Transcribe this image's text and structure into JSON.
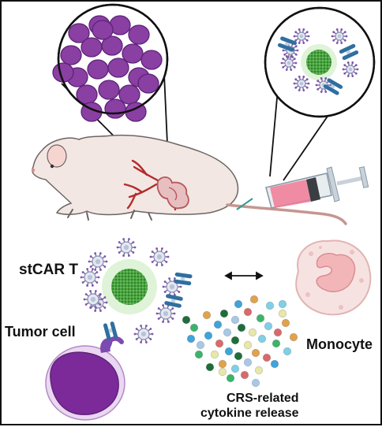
{
  "labels": {
    "stcar_t": "stCAR T",
    "tumor_cell": "Tumor cell",
    "monocyte": "Monocyte",
    "crs_line1": "CRS-related",
    "crs_line2": "cytokine  release"
  },
  "colors": {
    "tumor_purple": "#8a3fa3",
    "tumor_outline": "#5e2378",
    "mouse_skin": "#f3e7e4",
    "mouse_outline": "#6d6563",
    "vessel_red": "#b32c2c",
    "syringe_liquid": "#f07a95",
    "tcell_green": "#3f9b3a",
    "tcell_halo": "#dff3d8",
    "antibody_blue": "#2f6fa0",
    "monocyte_pink": "#f4c8c8",
    "cytokine_palette": [
      "#3fa4d8",
      "#3bb46a",
      "#1e6e3b",
      "#e0a24d",
      "#d76b6b",
      "#7fd0e6",
      "#a9c8e8",
      "#e7e7a8"
    ]
  },
  "icons": [
    "tumor-cell-cluster",
    "mouse-silhouette",
    "syringe-icon",
    "stcar-t-cell-icon",
    "antibody-icon",
    "monocyte-icon",
    "cytokine-dot",
    "double-arrow-icon"
  ]
}
